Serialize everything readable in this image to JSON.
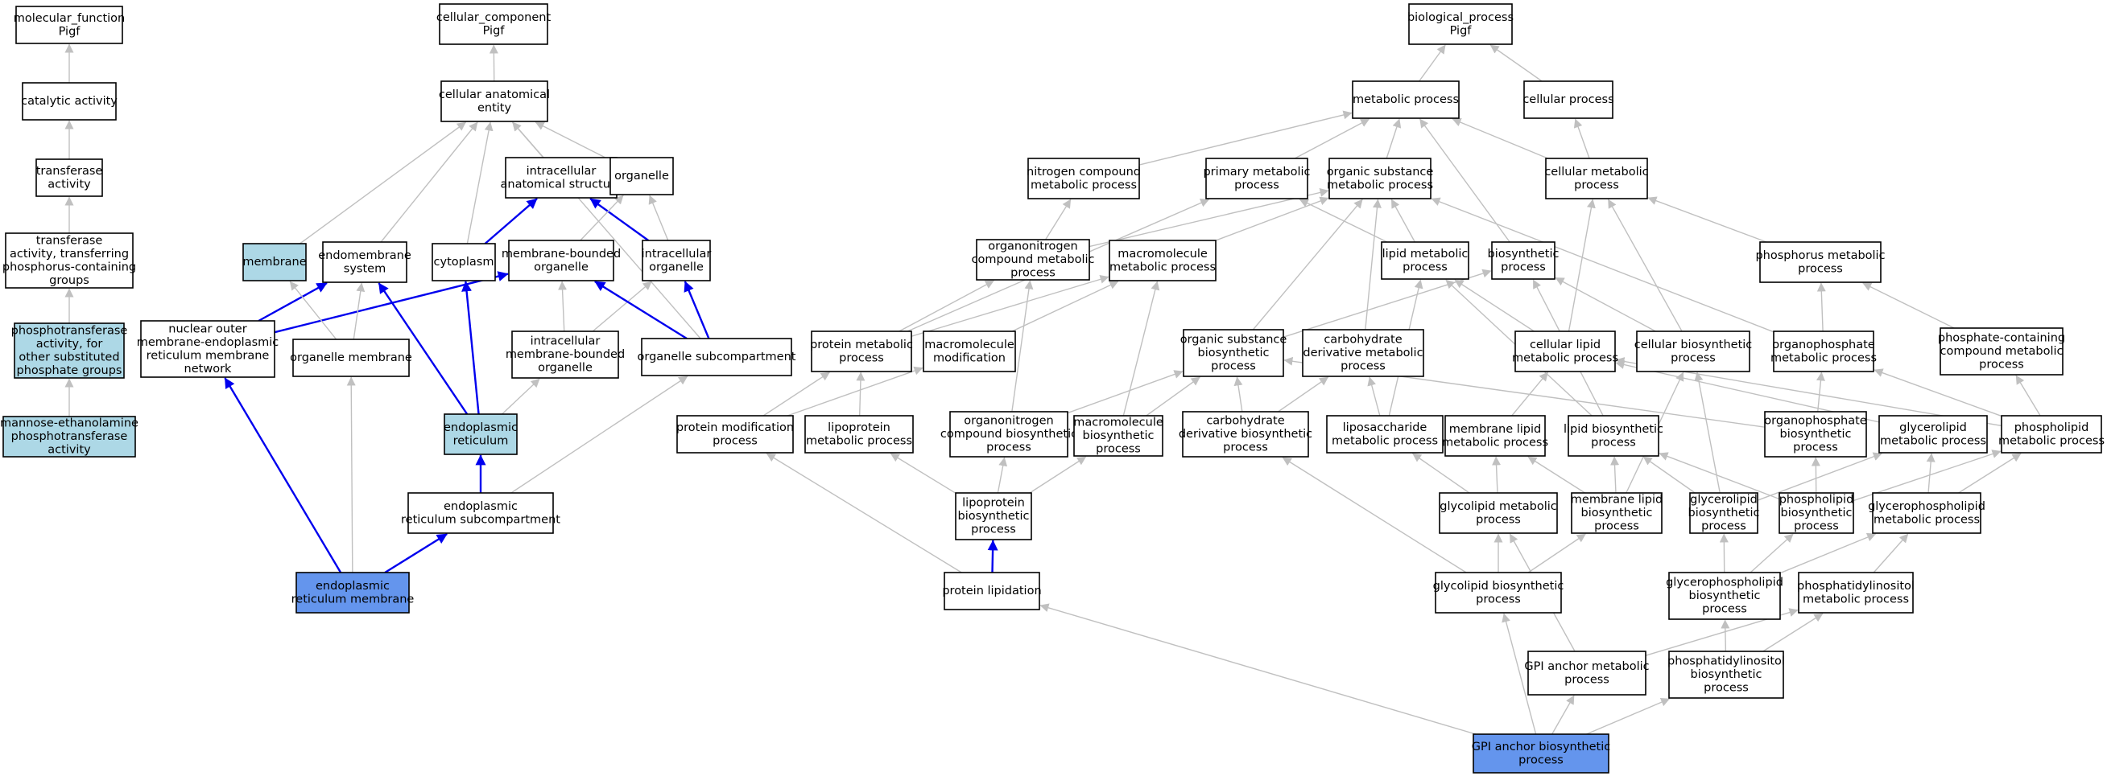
{
  "colors": {
    "default_fill": "#ffffff",
    "light_fill": "#add8e6",
    "highlight_fill": "#6495ed",
    "gray_edge": "#c0c0c0",
    "blue_edge": "#0000ee"
  },
  "nodes": [
    {
      "id": "mf_pigf",
      "lines": [
        "molecular_function",
        "Pigf"
      ],
      "fill": "default"
    },
    {
      "id": "catalytic",
      "lines": [
        "catalytic activity"
      ],
      "fill": "default"
    },
    {
      "id": "transferase",
      "lines": [
        "transferase",
        "activity"
      ],
      "fill": "default"
    },
    {
      "id": "transferase_p",
      "lines": [
        "transferase",
        "activity, transferring",
        "phosphorus-containing",
        "groups"
      ],
      "fill": "default"
    },
    {
      "id": "phosphotransferase",
      "lines": [
        "phosphotransferase",
        "activity, for",
        "other substituted",
        "phosphate groups"
      ],
      "fill": "light"
    },
    {
      "id": "mannose_eth",
      "lines": [
        "mannose-ethanolamine",
        "phosphotransferase",
        "activity"
      ],
      "fill": "light"
    },
    {
      "id": "cc_pigf",
      "lines": [
        "cellular_component",
        "Pigf"
      ],
      "fill": "default"
    },
    {
      "id": "cae",
      "lines": [
        "cellular anatomical",
        "entity"
      ],
      "fill": "default"
    },
    {
      "id": "ias",
      "lines": [
        "intracellular",
        "anatomical structure"
      ],
      "fill": "default"
    },
    {
      "id": "organelle",
      "lines": [
        "organelle"
      ],
      "fill": "default"
    },
    {
      "id": "membrane",
      "lines": [
        "membrane"
      ],
      "fill": "light"
    },
    {
      "id": "endomembrane",
      "lines": [
        "endomembrane",
        "system"
      ],
      "fill": "default"
    },
    {
      "id": "cytoplasm",
      "lines": [
        "cytoplasm"
      ],
      "fill": "default"
    },
    {
      "id": "mbo",
      "lines": [
        "membrane-bounded",
        "organelle"
      ],
      "fill": "default"
    },
    {
      "id": "io",
      "lines": [
        "intracellular",
        "organelle"
      ],
      "fill": "default"
    },
    {
      "id": "nuclear",
      "lines": [
        "nuclear outer",
        "membrane-endoplasmic",
        "reticulum membrane",
        "network"
      ],
      "fill": "default"
    },
    {
      "id": "om",
      "lines": [
        "organelle membrane"
      ],
      "fill": "default"
    },
    {
      "id": "imbo",
      "lines": [
        "intracellular",
        "membrane-bounded",
        "organelle"
      ],
      "fill": "default"
    },
    {
      "id": "osub",
      "lines": [
        "organelle subcompartment"
      ],
      "fill": "default"
    },
    {
      "id": "er",
      "lines": [
        "endoplasmic",
        "reticulum"
      ],
      "fill": "light"
    },
    {
      "id": "ers",
      "lines": [
        "endoplasmic",
        "reticulum subcompartment"
      ],
      "fill": "default"
    },
    {
      "id": "erm",
      "lines": [
        "endoplasmic",
        "reticulum membrane"
      ],
      "fill": "highlight"
    },
    {
      "id": "bp_pigf",
      "lines": [
        "biological_process",
        "Pigf"
      ],
      "fill": "default"
    },
    {
      "id": "mp",
      "lines": [
        "metabolic process"
      ],
      "fill": "default"
    },
    {
      "id": "cp",
      "lines": [
        "cellular process"
      ],
      "fill": "default"
    },
    {
      "id": "ncmp",
      "lines": [
        "nitrogen compound",
        "metabolic process"
      ],
      "fill": "default"
    },
    {
      "id": "pmp",
      "lines": [
        "primary metabolic",
        "process"
      ],
      "fill": "default"
    },
    {
      "id": "osmp",
      "lines": [
        "organic substance",
        "metabolic process"
      ],
      "fill": "default"
    },
    {
      "id": "cmp",
      "lines": [
        "cellular metabolic",
        "process"
      ],
      "fill": "default"
    },
    {
      "id": "oncmp",
      "lines": [
        "organonitrogen",
        "compound metabolic",
        "process"
      ],
      "fill": "default"
    },
    {
      "id": "mmp",
      "lines": [
        "macromolecule",
        "metabolic process"
      ],
      "fill": "default"
    },
    {
      "id": "lmp",
      "lines": [
        "lipid metabolic",
        "process"
      ],
      "fill": "default"
    },
    {
      "id": "bsp",
      "lines": [
        "biosynthetic",
        "process"
      ],
      "fill": "default"
    },
    {
      "id": "phmp",
      "lines": [
        "phosphorus metabolic",
        "process"
      ],
      "fill": "default"
    },
    {
      "id": "protmp",
      "lines": [
        "protein metabolic",
        "process"
      ],
      "fill": "default"
    },
    {
      "id": "mmod",
      "lines": [
        "macromolecule",
        "modification"
      ],
      "fill": "default"
    },
    {
      "id": "osbp",
      "lines": [
        "organic substance",
        "biosynthetic",
        "process"
      ],
      "fill": "default"
    },
    {
      "id": "cdmp",
      "lines": [
        "carbohydrate",
        "derivative metabolic",
        "process"
      ],
      "fill": "default"
    },
    {
      "id": "clmp",
      "lines": [
        "cellular lipid",
        "metabolic process"
      ],
      "fill": "default"
    },
    {
      "id": "cbp",
      "lines": [
        "cellular biosynthetic",
        "process"
      ],
      "fill": "default"
    },
    {
      "id": "opmp",
      "lines": [
        "organophosphate",
        "metabolic process"
      ],
      "fill": "default"
    },
    {
      "id": "pccmp",
      "lines": [
        "phosphate-containing",
        "compound metabolic",
        "process"
      ],
      "fill": "default"
    },
    {
      "id": "pmodp",
      "lines": [
        "protein modification",
        "process"
      ],
      "fill": "default"
    },
    {
      "id": "lipomp",
      "lines": [
        "lipoprotein",
        "metabolic process"
      ],
      "fill": "default"
    },
    {
      "id": "oncbp",
      "lines": [
        "organonitrogen",
        "compound biosynthetic",
        "process"
      ],
      "fill": "default"
    },
    {
      "id": "mbp",
      "lines": [
        "macromolecule",
        "biosynthetic",
        "process"
      ],
      "fill": "default"
    },
    {
      "id": "cdbp",
      "lines": [
        "carbohydrate",
        "derivative biosynthetic",
        "process"
      ],
      "fill": "default"
    },
    {
      "id": "lsmp",
      "lines": [
        "liposaccharide",
        "metabolic process"
      ],
      "fill": "default"
    },
    {
      "id": "mlmp",
      "lines": [
        "membrane lipid",
        "metabolic process"
      ],
      "fill": "default"
    },
    {
      "id": "lbp",
      "lines": [
        "lipid biosynthetic",
        "process"
      ],
      "fill": "default"
    },
    {
      "id": "opbp",
      "lines": [
        "organophosphate",
        "biosynthetic",
        "process"
      ],
      "fill": "default"
    },
    {
      "id": "glmp",
      "lines": [
        "glycerolipid",
        "metabolic process"
      ],
      "fill": "default"
    },
    {
      "id": "plmp",
      "lines": [
        "phospholipid",
        "metabolic process"
      ],
      "fill": "default"
    },
    {
      "id": "lipobp",
      "lines": [
        "lipoprotein",
        "biosynthetic",
        "process"
      ],
      "fill": "default"
    },
    {
      "id": "gcmp",
      "lines": [
        "glycolipid metabolic",
        "process"
      ],
      "fill": "default"
    },
    {
      "id": "mlbp",
      "lines": [
        "membrane lipid",
        "biosynthetic",
        "process"
      ],
      "fill": "default"
    },
    {
      "id": "glbp",
      "lines": [
        "glycerolipid",
        "biosynthetic",
        "process"
      ],
      "fill": "default"
    },
    {
      "id": "plbp",
      "lines": [
        "phospholipid",
        "biosynthetic",
        "process"
      ],
      "fill": "default"
    },
    {
      "id": "gpmp",
      "lines": [
        "glycerophospholipid",
        "metabolic process"
      ],
      "fill": "default"
    },
    {
      "id": "plip",
      "lines": [
        "protein lipidation"
      ],
      "fill": "default"
    },
    {
      "id": "gcbp",
      "lines": [
        "glycolipid biosynthetic",
        "process"
      ],
      "fill": "default"
    },
    {
      "id": "gpbp",
      "lines": [
        "glycerophospholipid",
        "biosynthetic",
        "process"
      ],
      "fill": "default"
    },
    {
      "id": "pimp",
      "lines": [
        "phosphatidylinositol",
        "metabolic process"
      ],
      "fill": "default"
    },
    {
      "id": "gpimp",
      "lines": [
        "GPI anchor metabolic",
        "process"
      ],
      "fill": "default"
    },
    {
      "id": "pibp",
      "lines": [
        "phosphatidylinositol",
        "biosynthetic",
        "process"
      ],
      "fill": "default"
    },
    {
      "id": "gpibp",
      "lines": [
        "GPI anchor biosynthetic",
        "process"
      ],
      "fill": "highlight"
    }
  ],
  "edges": [
    {
      "from": "catalytic",
      "to": "mf_pigf",
      "type": "gray"
    },
    {
      "from": "transferase",
      "to": "catalytic",
      "type": "gray"
    },
    {
      "from": "transferase_p",
      "to": "transferase",
      "type": "gray"
    },
    {
      "from": "phosphotransferase",
      "to": "transferase_p",
      "type": "gray"
    },
    {
      "from": "mannose_eth",
      "to": "phosphotransferase",
      "type": "gray"
    },
    {
      "from": "cae",
      "to": "cc_pigf",
      "type": "gray"
    },
    {
      "from": "ias",
      "to": "cae",
      "type": "gray"
    },
    {
      "from": "organelle",
      "to": "cae",
      "type": "gray"
    },
    {
      "from": "membrane",
      "to": "cae",
      "type": "gray"
    },
    {
      "from": "endomembrane",
      "to": "cae",
      "type": "gray"
    },
    {
      "from": "cytoplasm",
      "to": "cae",
      "type": "gray"
    },
    {
      "from": "osub",
      "to": "cae",
      "type": "gray"
    },
    {
      "from": "cytoplasm",
      "to": "ias",
      "type": "blue"
    },
    {
      "from": "io",
      "to": "ias",
      "type": "blue"
    },
    {
      "from": "mbo",
      "to": "organelle",
      "type": "gray"
    },
    {
      "from": "io",
      "to": "organelle",
      "type": "gray"
    },
    {
      "from": "nuclear",
      "to": "endomembrane",
      "type": "blue"
    },
    {
      "from": "nuclear",
      "to": "mbo",
      "type": "blue"
    },
    {
      "from": "om",
      "to": "membrane",
      "type": "gray"
    },
    {
      "from": "om",
      "to": "endomembrane",
      "type": "gray"
    },
    {
      "from": "imbo",
      "to": "mbo",
      "type": "gray"
    },
    {
      "from": "imbo",
      "to": "io",
      "type": "gray"
    },
    {
      "from": "osub",
      "to": "mbo",
      "type": "blue"
    },
    {
      "from": "osub",
      "to": "io",
      "type": "blue"
    },
    {
      "from": "er",
      "to": "endomembrane",
      "type": "blue"
    },
    {
      "from": "er",
      "to": "cytoplasm",
      "type": "blue"
    },
    {
      "from": "er",
      "to": "imbo",
      "type": "gray"
    },
    {
      "from": "ers",
      "to": "er",
      "type": "blue"
    },
    {
      "from": "ers",
      "to": "osub",
      "type": "gray"
    },
    {
      "from": "erm",
      "to": "nuclear",
      "type": "blue"
    },
    {
      "from": "erm",
      "to": "om",
      "type": "gray"
    },
    {
      "from": "erm",
      "to": "ers",
      "type": "blue"
    },
    {
      "from": "mp",
      "to": "bp_pigf",
      "type": "gray"
    },
    {
      "from": "cp",
      "to": "bp_pigf",
      "type": "gray"
    },
    {
      "from": "ncmp",
      "to": "mp",
      "type": "gray"
    },
    {
      "from": "pmp",
      "to": "mp",
      "type": "gray"
    },
    {
      "from": "osmp",
      "to": "mp",
      "type": "gray"
    },
    {
      "from": "cmp",
      "to": "mp",
      "type": "gray"
    },
    {
      "from": "bsp",
      "to": "mp",
      "type": "gray"
    },
    {
      "from": "cmp",
      "to": "cp",
      "type": "gray"
    },
    {
      "from": "oncmp",
      "to": "ncmp",
      "type": "gray"
    },
    {
      "from": "oncmp",
      "to": "osmp",
      "type": "gray"
    },
    {
      "from": "mmp",
      "to": "osmp",
      "type": "gray"
    },
    {
      "from": "lmp",
      "to": "pmp",
      "type": "gray"
    },
    {
      "from": "lmp",
      "to": "osmp",
      "type": "gray"
    },
    {
      "from": "protmp",
      "to": "pmp",
      "type": "gray"
    },
    {
      "from": "protmp",
      "to": "oncmp",
      "type": "gray"
    },
    {
      "from": "protmp",
      "to": "mmp",
      "type": "gray"
    },
    {
      "from": "mmod",
      "to": "mmp",
      "type": "gray"
    },
    {
      "from": "phmp",
      "to": "cmp",
      "type": "gray"
    },
    {
      "from": "osbp",
      "to": "osmp",
      "type": "gray"
    },
    {
      "from": "osbp",
      "to": "bsp",
      "type": "gray"
    },
    {
      "from": "cdmp",
      "to": "osmp",
      "type": "gray"
    },
    {
      "from": "clmp",
      "to": "lmp",
      "type": "gray"
    },
    {
      "from": "clmp",
      "to": "cmp",
      "type": "gray"
    },
    {
      "from": "cbp",
      "to": "bsp",
      "type": "gray"
    },
    {
      "from": "cbp",
      "to": "cmp",
      "type": "gray"
    },
    {
      "from": "opmp",
      "to": "phmp",
      "type": "gray"
    },
    {
      "from": "opmp",
      "to": "osmp",
      "type": "gray"
    },
    {
      "from": "pccmp",
      "to": "phmp",
      "type": "gray"
    },
    {
      "from": "pmodp",
      "to": "protmp",
      "type": "gray"
    },
    {
      "from": "pmodp",
      "to": "mmod",
      "type": "gray"
    },
    {
      "from": "lipomp",
      "to": "protmp",
      "type": "gray"
    },
    {
      "from": "oncbp",
      "to": "oncmp",
      "type": "gray"
    },
    {
      "from": "oncbp",
      "to": "osbp",
      "type": "gray"
    },
    {
      "from": "mbp",
      "to": "mmp",
      "type": "gray"
    },
    {
      "from": "mbp",
      "to": "osbp",
      "type": "gray"
    },
    {
      "from": "cdbp",
      "to": "osbp",
      "type": "gray"
    },
    {
      "from": "cdbp",
      "to": "cdmp",
      "type": "gray"
    },
    {
      "from": "lsmp",
      "to": "cdmp",
      "type": "gray"
    },
    {
      "from": "lsmp",
      "to": "lmp",
      "type": "gray"
    },
    {
      "from": "mlmp",
      "to": "clmp",
      "type": "gray"
    },
    {
      "from": "lbp",
      "to": "lmp",
      "type": "gray"
    },
    {
      "from": "lbp",
      "to": "bsp",
      "type": "gray"
    },
    {
      "from": "opbp",
      "to": "opmp",
      "type": "gray"
    },
    {
      "from": "opbp",
      "to": "osbp",
      "type": "gray"
    },
    {
      "from": "glmp",
      "to": "clmp",
      "type": "gray"
    },
    {
      "from": "plmp",
      "to": "opmp",
      "type": "gray"
    },
    {
      "from": "plmp",
      "to": "pccmp",
      "type": "gray"
    },
    {
      "from": "plmp",
      "to": "clmp",
      "type": "gray"
    },
    {
      "from": "lipobp",
      "to": "lipomp",
      "type": "gray"
    },
    {
      "from": "lipobp",
      "to": "oncbp",
      "type": "gray"
    },
    {
      "from": "lipobp",
      "to": "mbp",
      "type": "gray"
    },
    {
      "from": "gcmp",
      "to": "mlmp",
      "type": "gray"
    },
    {
      "from": "gcmp",
      "to": "lsmp",
      "type": "gray"
    },
    {
      "from": "mlbp",
      "to": "mlmp",
      "type": "gray"
    },
    {
      "from": "mlbp",
      "to": "lbp",
      "type": "gray"
    },
    {
      "from": "mlbp",
      "to": "cbp",
      "type": "gray"
    },
    {
      "from": "glbp",
      "to": "glmp",
      "type": "gray"
    },
    {
      "from": "glbp",
      "to": "lbp",
      "type": "gray"
    },
    {
      "from": "glbp",
      "to": "cbp",
      "type": "gray"
    },
    {
      "from": "plbp",
      "to": "opbp",
      "type": "gray"
    },
    {
      "from": "plbp",
      "to": "lbp",
      "type": "gray"
    },
    {
      "from": "plbp",
      "to": "plmp",
      "type": "gray"
    },
    {
      "from": "gpmp",
      "to": "glmp",
      "type": "gray"
    },
    {
      "from": "gpmp",
      "to": "plmp",
      "type": "gray"
    },
    {
      "from": "plip",
      "to": "pmodp",
      "type": "gray"
    },
    {
      "from": "plip",
      "to": "lipobp",
      "type": "blue"
    },
    {
      "from": "gcbp",
      "to": "gcmp",
      "type": "gray"
    },
    {
      "from": "gcbp",
      "to": "mlbp",
      "type": "gray"
    },
    {
      "from": "gcbp",
      "to": "cdbp",
      "type": "gray"
    },
    {
      "from": "gpbp",
      "to": "gpmp",
      "type": "gray"
    },
    {
      "from": "gpbp",
      "to": "glbp",
      "type": "gray"
    },
    {
      "from": "gpbp",
      "to": "plbp",
      "type": "gray"
    },
    {
      "from": "pimp",
      "to": "gpmp",
      "type": "gray"
    },
    {
      "from": "gpimp",
      "to": "gcmp",
      "type": "gray"
    },
    {
      "from": "gpimp",
      "to": "pimp",
      "type": "gray"
    },
    {
      "from": "pibp",
      "to": "pimp",
      "type": "gray"
    },
    {
      "from": "pibp",
      "to": "gpbp",
      "type": "gray"
    },
    {
      "from": "gpibp",
      "to": "gcbp",
      "type": "gray"
    },
    {
      "from": "gpibp",
      "to": "gpimp",
      "type": "gray"
    },
    {
      "from": "gpibp",
      "to": "pibp",
      "type": "gray"
    },
    {
      "from": "gpibp",
      "to": "plip",
      "type": "gray"
    }
  ]
}
